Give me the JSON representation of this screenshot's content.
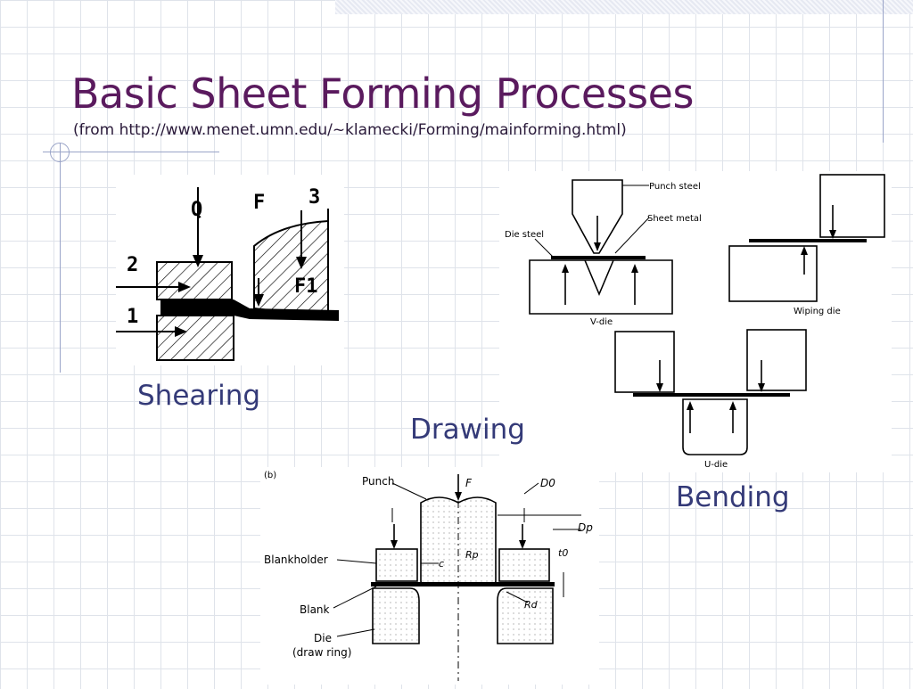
{
  "slide": {
    "title": "Basic Sheet Forming Processes",
    "subtitle": "(from http://www.menet.umn.edu/~klamecki/Forming/mainforming.html)"
  },
  "labels": {
    "shearing": "Shearing",
    "drawing": "Drawing",
    "bending": "Bending"
  },
  "shearing_diagram": {
    "label_q": "Q",
    "label_f": "F",
    "label_3": "3",
    "label_2": "2",
    "label_f1": "F1",
    "label_1": "1"
  },
  "bending_diagram": {
    "punch_steel": "Punch steel",
    "sheet_metal": "Sheet metal",
    "die_steel": "Die steel",
    "v_die": "V-die",
    "wiping_die": "Wiping die",
    "u_die": "U-die"
  },
  "drawing_diagram": {
    "corner": "(b)",
    "punch": "Punch",
    "force": "F",
    "d0": "D0",
    "dp": "Dp",
    "c": "c",
    "rp": "Rp",
    "t0": "t0",
    "blankholder": "Blankholder",
    "blank": "Blank",
    "rd": "Rd",
    "die": "Die",
    "draw_ring": "(draw ring)"
  },
  "colors": {
    "title": "#5a1a5e",
    "label": "#343a78",
    "grid": "#dfe3ea",
    "accent_line": "#9aa4c8"
  }
}
